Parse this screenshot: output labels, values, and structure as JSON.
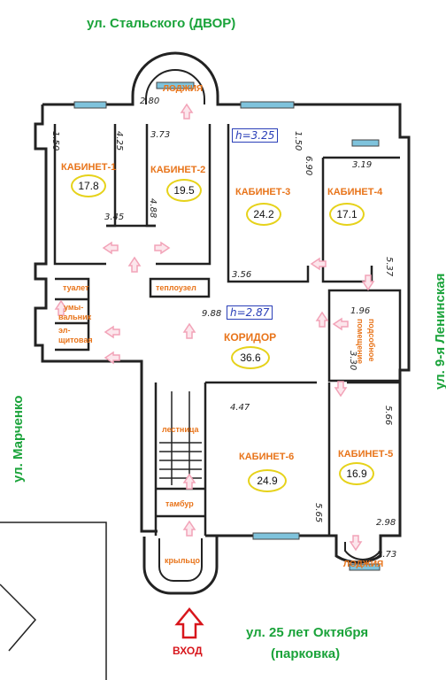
{
  "streets": {
    "top": "ул. Стальского (ДВОР)",
    "right": "ул. 9-я Ленинская",
    "left": "ул. Марченко",
    "bottom": "ул. 25 лет Октября",
    "bottom_sub": "(парковка)"
  },
  "entrance": "ВХОД",
  "rooms": {
    "loggia_top": "ЛОДЖИЯ",
    "loggia_bottom": "ЛОДЖИЯ",
    "office1": "КАБИНЕТ-1",
    "office2": "КАБИНЕТ-2",
    "office3": "КАБИНЕТ-3",
    "office4": "КАБИНЕТ-4",
    "office5": "КАБИНЕТ-5",
    "office6": "КАБИНЕТ-6",
    "corridor": "КОРИДОР",
    "toilet": "туалет",
    "washroom_1": "умы-",
    "washroom_2": "вальник",
    "electric_1": "эл-",
    "electric_2": "щитовая",
    "heat": "теплоузел",
    "utility_1": "подсобное",
    "utility_2": "помещение",
    "stairs": "лестница",
    "tambour": "тамбур",
    "porch": "крыльцо"
  },
  "areas": {
    "office1": "17.8",
    "office2": "19.5",
    "office3": "24.2",
    "office4": "17.1",
    "corridor": "36.6",
    "office6": "24.9",
    "office5": "16.9"
  },
  "heights": {
    "upper": "h=3.25",
    "corridor": "h=2.87"
  },
  "dimensions": {
    "d280": "2.80",
    "d150a": "1.50",
    "d425": "4.25",
    "d373": "3.73",
    "d150b": "1.50",
    "d690": "6.90",
    "d319": "3.19",
    "d488": "4.88",
    "d345": "3.45",
    "d356": "3.56",
    "d537": "5.37",
    "d988": "9.88",
    "d196": "1.96",
    "d330": "3.30",
    "d447": "4.47",
    "d566": "5.66",
    "d565": "5.65",
    "d298": "2.98",
    "d273": "2.73"
  },
  "colors": {
    "walls": "#222222",
    "windows": "#7fc3dc",
    "street_text": "#1aa33a",
    "room_text": "#e8741a",
    "area_ring": "#e6d21a",
    "height_box": "#2a3fb8",
    "door_arrow": "#f2a3b8",
    "entrance_arrow": "#d8161c"
  }
}
